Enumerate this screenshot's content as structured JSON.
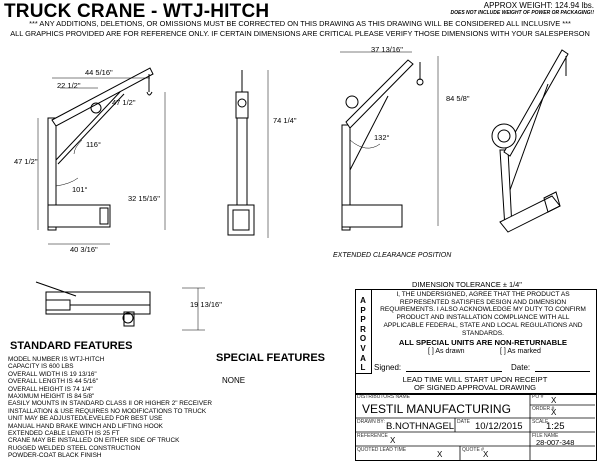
{
  "header": {
    "title": "TRUCK CRANE - WTJ-HITCH",
    "approx_weight": "APPROX WEIGHT: 124.94 lbs.",
    "weight_note": "DOES NOT INCLUDE WEIGHT OF POWER OR PACKAGING!!",
    "notice_line1": "*** ANY ADDITIONS, DELETIONS, OR OMISSIONS MUST BE CORRECTED ON THIS DRAWING AS THIS DRAWING WILL BE CONSIDERED ALL INCLUSIVE ***",
    "notice_line2": "ALL GRAPHICS PROVIDED ARE FOR REFERENCE ONLY. IF CERTAIN DIMENSIONS ARE CRITICAL PLEASE VERIFY THOSE DIMENSIONS WITH YOUR SALESPERSON"
  },
  "dimensions": {
    "width_top": "44 5/16\"",
    "boom_offset": "22 1/2\"",
    "boom_end": "47 1/2\"",
    "boom_angle": "116°",
    "height_left": "47 1/2\"",
    "mast_angle": "101°",
    "mast_height": "32 15/16\"",
    "base_width": "40 3/16\"",
    "overall_height": "74 1/4\"",
    "top_width_right": "37 13/16\"",
    "max_height": "84 5/8\"",
    "clearance_angle": "132°",
    "clearance_caption": "EXTENDED CLEARANCE POSITION",
    "plan_width": "19 13/16\""
  },
  "standard_features": {
    "heading": "STANDARD FEATURES",
    "items": [
      "MODEL NUMBER IS WTJ-HITCH",
      "CAPACITY IS 600 LBS",
      "OVERALL WIDTH IS 19 13/16\"",
      "OVERALL LENGTH IS 44 5/16\"",
      "OVERALL HEIGHT IS 74 1/4\"",
      "MAXIMUM HEIGHT IS 84 5/8\"",
      "EASILY MOUNTS IN STANDARD CLASS II OR HIGHER 2\" RECEIVER",
      "INSTALLATION & USE REQUIRES NO MODIFICATIONS TO TRUCK",
      "UNIT MAY BE ADJUSTED/LEVELED FOR BEST USE",
      "MANUAL HAND BRAKE WINCH AND LIFTING HOOK",
      "EXTENDED CABLE LENGTH IS 25 FT",
      "CRANE MAY BE INSTALLED ON EITHER SIDE OF TRUCK",
      "RUGGED WELDED STEEL CONSTRUCTION",
      "POWDER-COAT BLACK FINISH"
    ]
  },
  "special_features": {
    "heading": "SPECIAL FEATURES",
    "value": "NONE"
  },
  "approval": {
    "tolerance": "DIMENSION TOLERANCE ± 1/4\"",
    "vertical_label": "APPROVAL",
    "statement": "I, THE UNDERSIGNED, AGREE THAT THE PRODUCT AS REPRESENTED SATISFIES DESIGN AND DIMENSION REQUIREMENTS.  I ALSO ACKNOWLEDGE MY DUTY TO CONFIRM PRODUCT AND INSTALLATION COMPLIANCE WITH ALL APPLICABLE FEDERAL, STATE AND LOCAL REGULATIONS AND STANDARDS.",
    "non_returnable": "ALL SPECIAL UNITS ARE NON-RETURNABLE",
    "option_drawn": "[  ] As drawn",
    "option_marked": "[  ] As marked",
    "signed_label": "Signed:",
    "date_label": "Date:",
    "lead_time_1": "LEAD TIME WILL START UPON RECEIPT",
    "lead_time_2": "OF SIGNED APPROVAL DRAWING"
  },
  "title_block": {
    "distributor_label": "DISTRIBUTORS NAME",
    "distributor_value": "VESTIL MANUFACTURING",
    "drawn_by_label": "DRAWN BY:",
    "drawn_by_value": "B.NOTHNAGEL",
    "date_label": "DATE",
    "date_value": "10/12/2015",
    "reference_label": "REFERENCE",
    "reference_value": "X",
    "scale_label": "SCALE",
    "scale_value": "1:25",
    "quoted_lead_label": "QUOTED LEAD TIME",
    "quoted_lead_value": "X",
    "quote_label": "QUOTE #",
    "quote_value": "X",
    "po_label": "PO #",
    "po_value": "X",
    "order_label": "ORDER #",
    "order_value": "X",
    "file_label": "FILE NAME",
    "file_value": "28-007-348"
  }
}
